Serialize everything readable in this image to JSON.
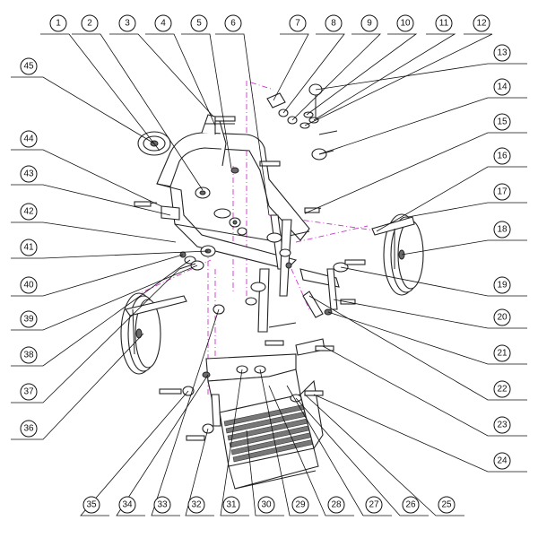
{
  "diagram": {
    "callouts_top": [
      "1",
      "2",
      "3",
      "4",
      "5",
      "6",
      "7",
      "8",
      "9",
      "10",
      "11",
      "12"
    ],
    "callouts_right": [
      "13",
      "14",
      "15",
      "16",
      "17",
      "18",
      "19",
      "20",
      "21",
      "22",
      "23",
      "24"
    ],
    "callouts_bottom": [
      "25",
      "26",
      "27",
      "28",
      "29",
      "30",
      "31",
      "32",
      "33",
      "34",
      "35"
    ],
    "callouts_left": [
      "36",
      "37",
      "38",
      "39",
      "40",
      "41",
      "42",
      "43",
      "44",
      "45"
    ],
    "colors": {
      "line": "#111111",
      "axis": "#cc33cc",
      "shade": "#6a6a6a"
    }
  }
}
